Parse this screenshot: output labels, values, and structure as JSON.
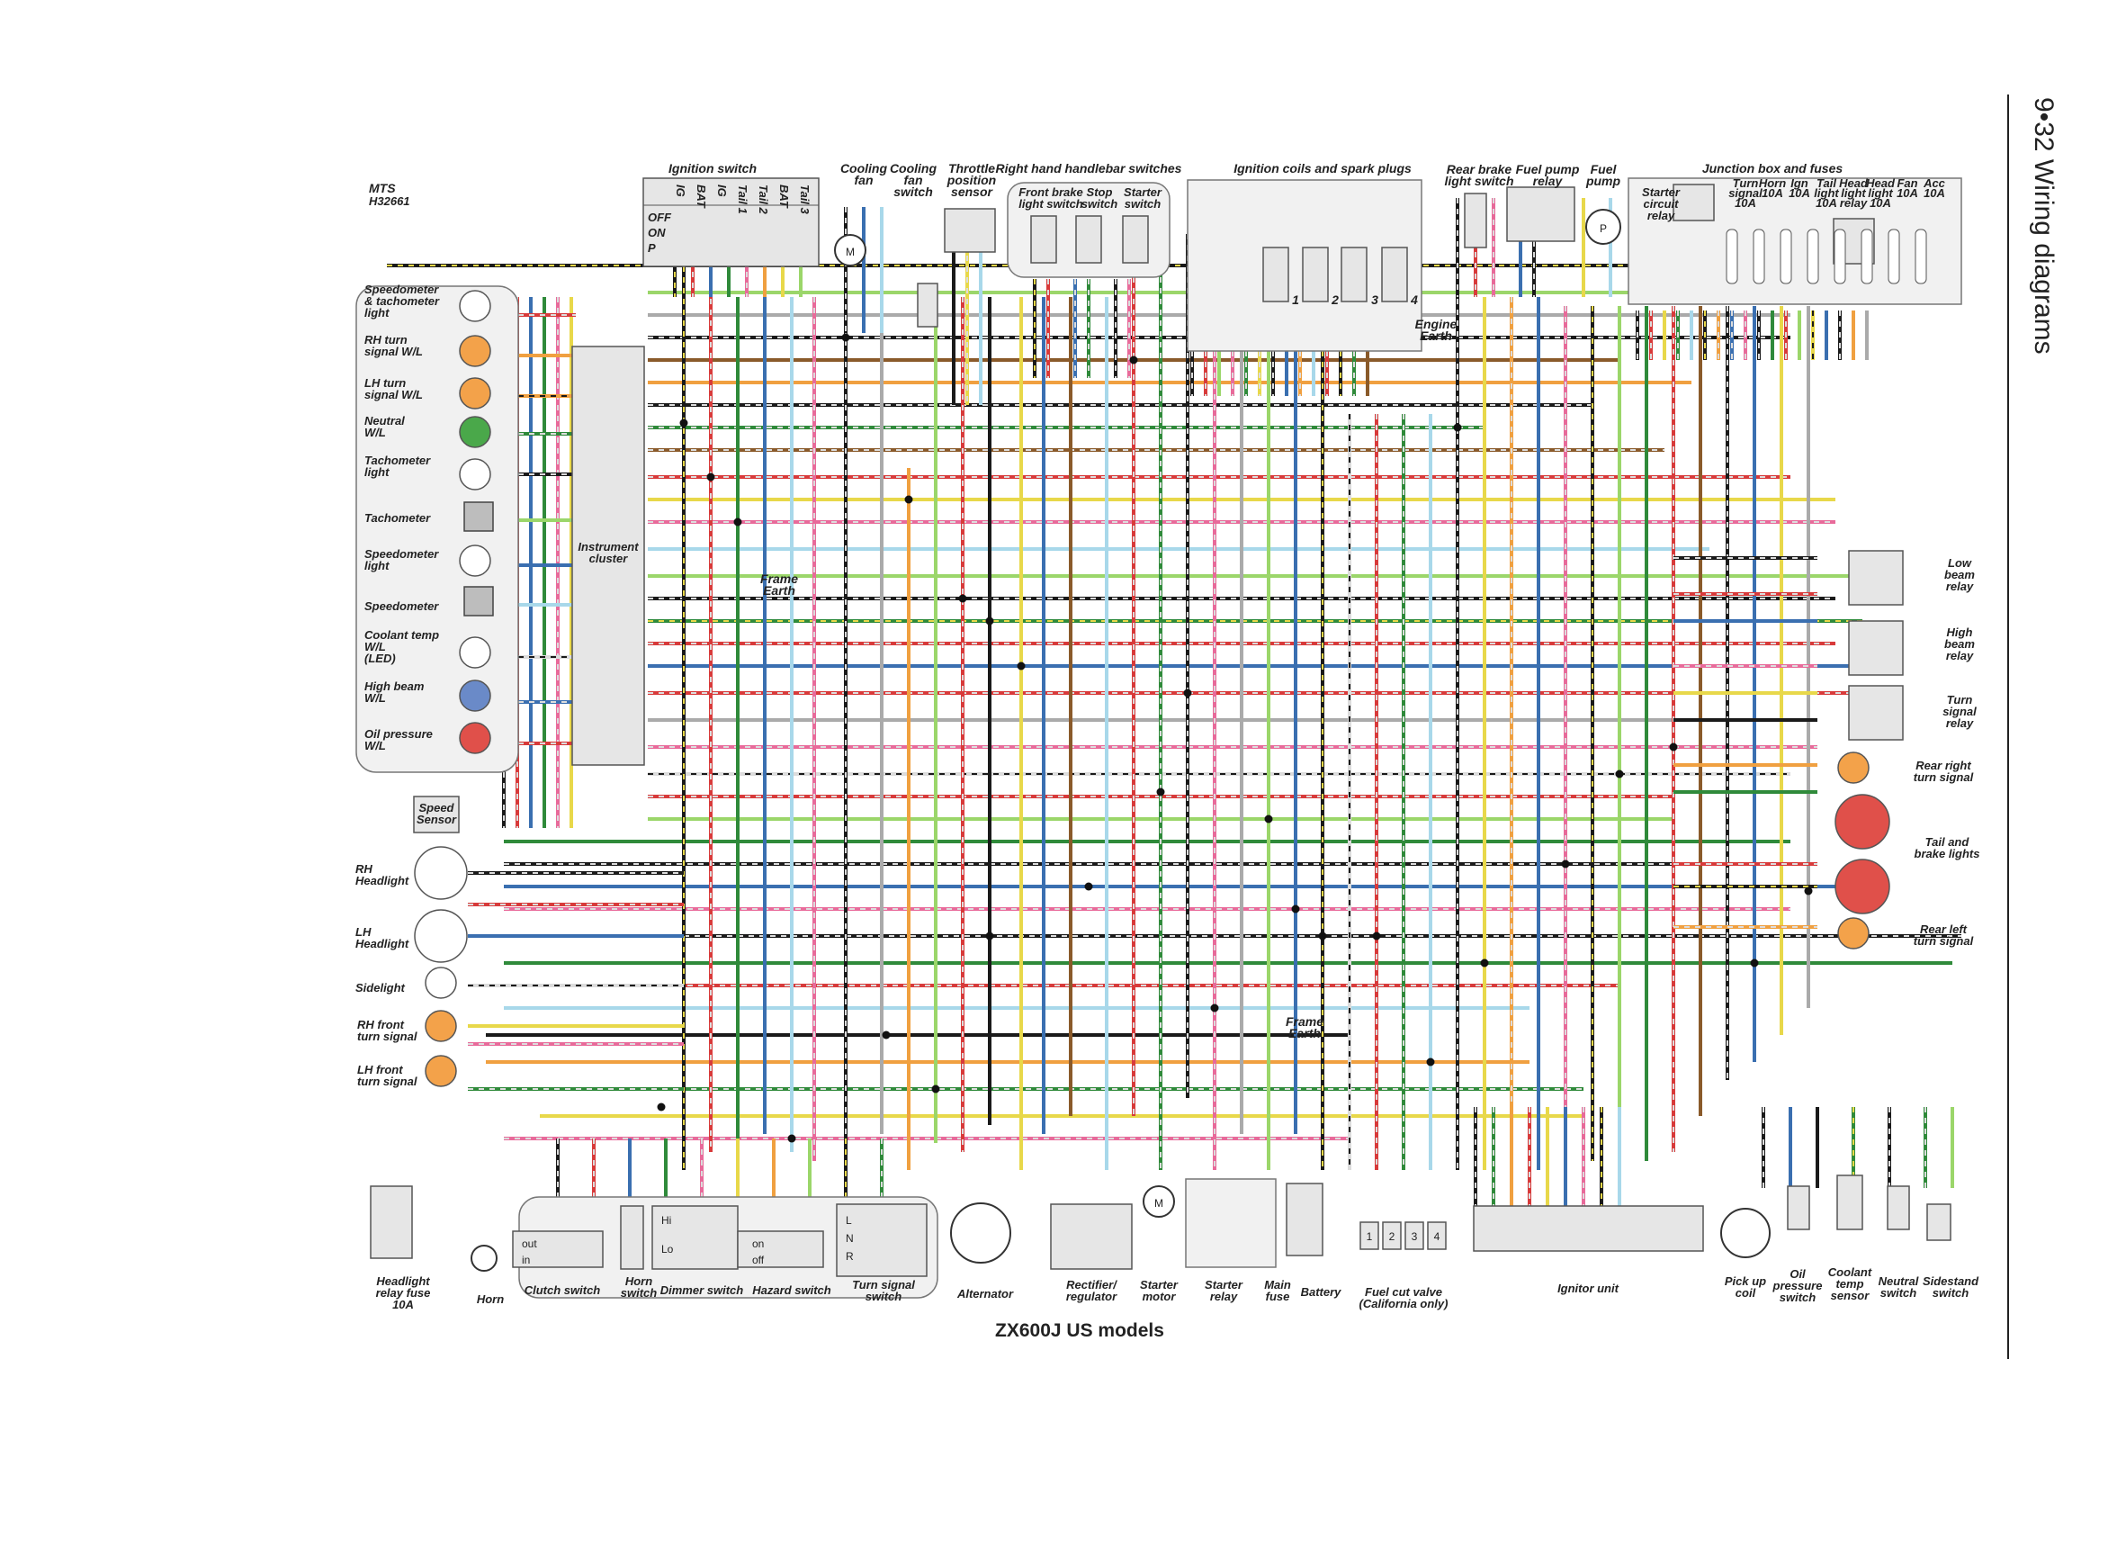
{
  "page": {
    "header": "9•32  Wiring diagrams",
    "code_mts": "MTS",
    "code_num": "H32661",
    "caption": "ZX600J US models"
  },
  "colors": {
    "black": "#1a1a1a",
    "red": "#d83a3a",
    "pink": "#e86a9a",
    "green": "#2f8a3a",
    "lightgreen": "#9bd66a",
    "blue": "#3a6fb0",
    "lightblue": "#a8d8ea",
    "brown": "#8a5a2a",
    "yellow": "#e8d84a",
    "orange": "#f0a040",
    "grey": "#aaaaaa",
    "white": "#dcdcdc"
  },
  "labels": {
    "ignition_switch": "Ignition switch",
    "ign_cols": [
      "IG",
      "BAT",
      "IG",
      "Tail 1",
      "Tail 2",
      "BAT",
      "Tail 3"
    ],
    "ign_rows": [
      "OFF",
      "ON",
      "P"
    ],
    "cooling_fan": [
      "Cooling",
      "fan"
    ],
    "cooling_fan_switch": [
      "Cooling",
      "fan",
      "switch"
    ],
    "throttle_sensor": [
      "Throttle",
      "position",
      "sensor"
    ],
    "rh_switches": "Right hand handlebar switches",
    "front_brake_switch": [
      "Front brake",
      "light switch"
    ],
    "stop_switch": [
      "Stop",
      "switch"
    ],
    "starter_switch": [
      "Starter",
      "switch"
    ],
    "coils": "Ignition coils and spark plugs",
    "coil_nums": [
      "1",
      "2",
      "3",
      "4"
    ],
    "engine_earth": [
      "Engine",
      "Earth"
    ],
    "rear_brake_switch": [
      "Rear brake",
      "light switch"
    ],
    "fuel_pump_relay": [
      "Fuel pump",
      "relay"
    ],
    "fuel_pump": [
      "Fuel",
      "pump"
    ],
    "junction_box": "Junction box and fuses",
    "starter_circuit_relay": [
      "Starter",
      "circuit",
      "relay"
    ],
    "fuses": [
      [
        "Turn",
        "signal",
        "10A"
      ],
      [
        "Horn",
        "10A"
      ],
      [
        "Ign",
        "10A"
      ],
      [
        "Tail",
        "light",
        "10A"
      ],
      [
        "Head",
        "light",
        "relay"
      ],
      [
        "Head",
        "light",
        "10A"
      ],
      [
        "Fan",
        "10A"
      ],
      [
        "Acc",
        "10A"
      ]
    ],
    "instruments": [
      [
        "Speedometer",
        "& tachometer",
        "light"
      ],
      [
        "RH turn",
        "signal W/L"
      ],
      [
        "LH turn",
        "signal W/L"
      ],
      [
        "Neutral",
        "W/L"
      ],
      [
        "Tachometer",
        "light"
      ],
      [
        "Tachometer"
      ],
      [
        "Speedometer",
        "light"
      ],
      [
        "Speedometer"
      ],
      [
        "Coolant temp",
        "W/L",
        "(LED)"
      ],
      [
        "High beam",
        "W/L"
      ],
      [
        "Oil pressure",
        "W/L"
      ]
    ],
    "instrument_cluster": [
      "Instrument",
      "cluster"
    ],
    "frame_earth": [
      "Frame",
      "Earth"
    ],
    "speed_sensor": [
      "Speed",
      "Sensor"
    ],
    "rh_headlight": [
      "RH",
      "Headlight"
    ],
    "lh_headlight": [
      "LH",
      "Headlight"
    ],
    "sidelight": "Sidelight",
    "rh_front_turn": [
      "RH front",
      "turn signal"
    ],
    "lh_front_turn": [
      "LH front",
      "turn signal"
    ],
    "low_beam_relay": [
      "Low",
      "beam",
      "relay"
    ],
    "high_beam_relay": [
      "High",
      "beam",
      "relay"
    ],
    "turn_signal_relay": [
      "Turn",
      "signal",
      "relay"
    ],
    "rear_right_turn": [
      "Rear right",
      "turn signal"
    ],
    "tail_brake": [
      "Tail and",
      "brake lights"
    ],
    "rear_left_turn": [
      "Rear left",
      "turn signal"
    ],
    "headlight_relay_fuse": [
      "Headlight",
      "relay fuse",
      "10A"
    ],
    "horn": "Horn",
    "clutch_switch": "Clutch switch",
    "clutch_pos": [
      "out",
      "in"
    ],
    "horn_switch": [
      "Horn",
      "switch"
    ],
    "dimmer_switch": "Dimmer switch",
    "dimmer_pos": [
      "Hi",
      "Lo"
    ],
    "hazard_switch": "Hazard switch",
    "hazard_pos": [
      "on",
      "off"
    ],
    "turn_signal_switch": [
      "Turn signal",
      "switch"
    ],
    "turn_pos": [
      "L",
      "N",
      "R"
    ],
    "alternator": "Alternator",
    "rectifier": [
      "Rectifier/",
      "regulator"
    ],
    "starter_motor": [
      "Starter",
      "motor"
    ],
    "starter_relay": [
      "Starter",
      "relay"
    ],
    "main_fuse": [
      "Main",
      "fuse"
    ],
    "battery": "Battery",
    "fuel_cut_valve": [
      "Fuel cut valve",
      "(California only)"
    ],
    "fuel_cut_nums": [
      "1",
      "2",
      "3",
      "4"
    ],
    "ignitor_unit": "Ignitor unit",
    "pickup_coil": [
      "Pick up",
      "coil"
    ],
    "oil_pressure_switch": [
      "Oil",
      "pressure",
      "switch"
    ],
    "coolant_temp_sensor": [
      "Coolant",
      "temp",
      "sensor"
    ],
    "neutral_switch": [
      "Neutral",
      "switch"
    ],
    "sidestand_switch": [
      "Sidestand",
      "switch"
    ]
  }
}
